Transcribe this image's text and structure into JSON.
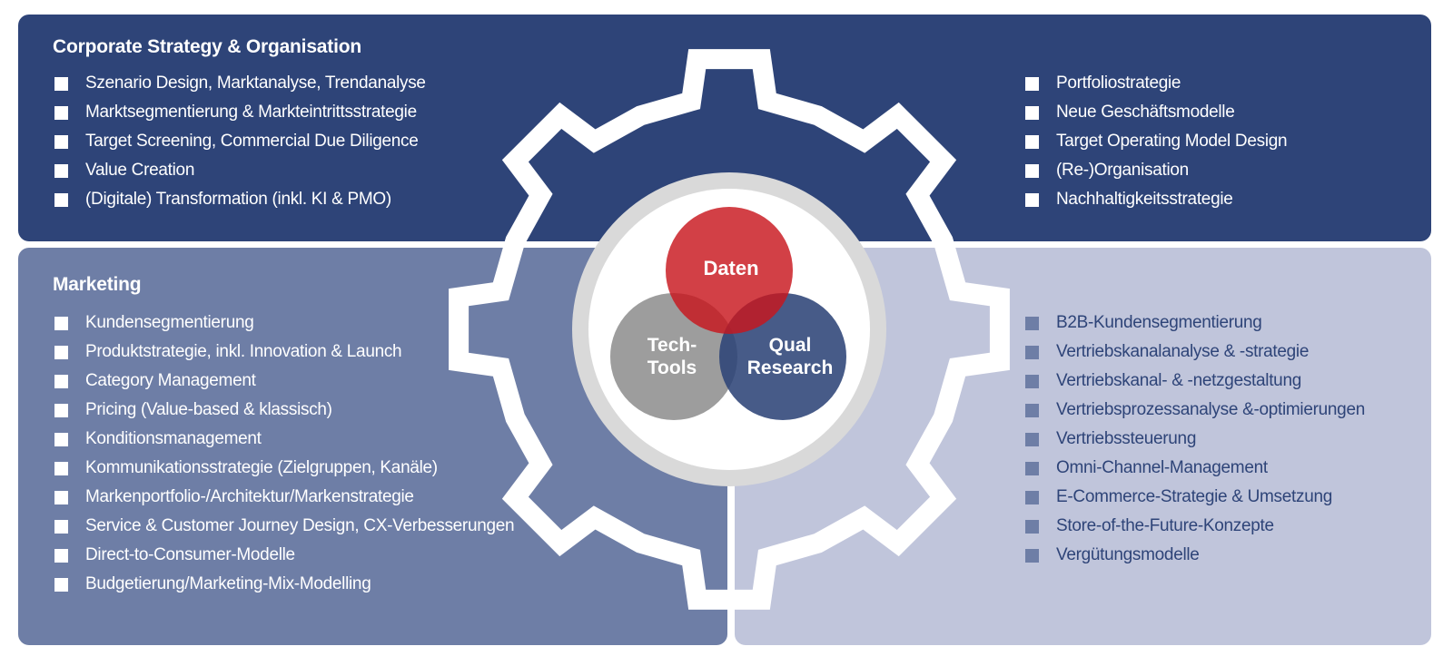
{
  "corporate": {
    "title": "Corporate Strategy & Organisation",
    "left_items": [
      "Szenario Design, Marktanalyse, Trendanalyse",
      "Marktsegmentierung & Markteintrittsstrategie",
      "Target Screening, Commercial Due Diligence",
      "Value Creation",
      "(Digitale) Transformation (inkl. KI & PMO)"
    ],
    "right_items": [
      "Portfoliostrategie",
      "Neue Geschäftsmodelle",
      "Target Operating Model Design",
      "(Re-)Organisation",
      "Nachhaltigkeitsstrategie"
    ]
  },
  "marketing": {
    "title": "Marketing",
    "items": [
      "Kundensegmentierung",
      "Produktstrategie, inkl. Innovation  & Launch",
      "Category Management",
      "Pricing (Value-based & klassisch)",
      "Konditionsmanagement",
      "Kommunikationsstrategie (Zielgruppen, Kanäle)",
      "Markenportfolio-/Architektur/Markenstrategie",
      "Service & Customer Journey Design,  CX-Verbesserungen",
      "Direct-to-Consumer-Modelle",
      "Budgetierung/Marketing-Mix-Modelling"
    ]
  },
  "sales": {
    "items": [
      "B2B-Kundensegmentierung",
      "Vertriebskanalanalyse & -strategie",
      "Vertriebskanal- & -netzgestaltung",
      "Vertriebsprozessanalyse &-optimierungen",
      "Vertriebssteuerung",
      "Omni-Channel-Management",
      "E-Commerce-Strategie & Umsetzung",
      "Store-of-the-Future-Konzepte",
      "Vergütungsmodelle"
    ]
  },
  "venn": {
    "daten": {
      "label": "Daten",
      "color": "#c8161d"
    },
    "tech": {
      "line1": "Tech-",
      "line2": "Tools",
      "color": "#8c8c8c"
    },
    "qual": {
      "line1": "Qual",
      "line2": "Research",
      "color": "#2e4478"
    }
  },
  "colors": {
    "corporate": "#2e4478",
    "marketing": "#6e7ea6",
    "sales": "#c0c5db",
    "gear_outline": "#ffffff",
    "gear_ring": "#d9d9d9"
  }
}
